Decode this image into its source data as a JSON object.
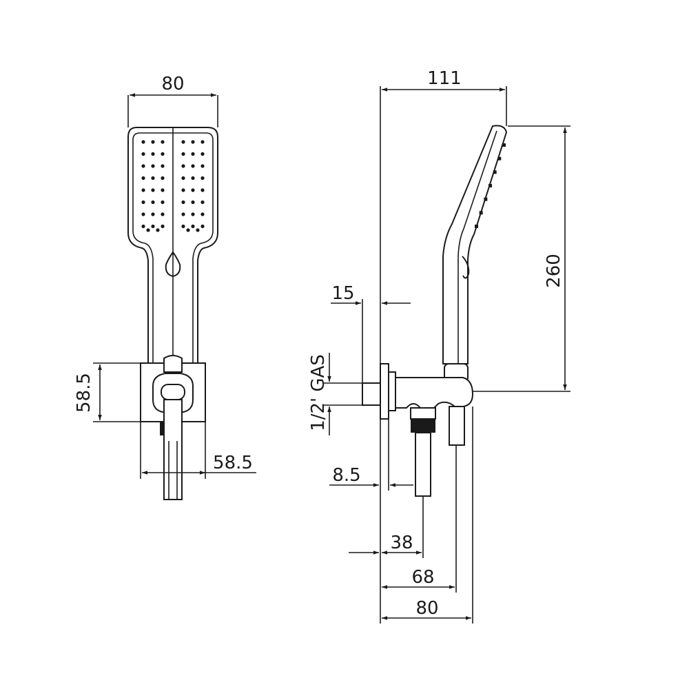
{
  "drawing": {
    "front_view": {
      "width_label": "80",
      "bracket_height_label": "58.5",
      "bracket_width_label": "58.5"
    },
    "side_view": {
      "total_depth_label": "111",
      "height_label": "260",
      "flange_label": "15",
      "thread_label": "1/2' GAS",
      "offset_label": "8.5",
      "outlet_label": "38",
      "holder_label": "68",
      "bracket_depth_label": "80"
    }
  }
}
